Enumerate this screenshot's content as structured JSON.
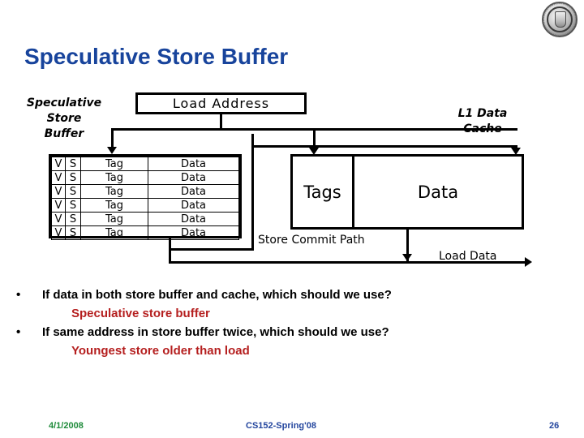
{
  "slide": {
    "title": "Speculative Store Buffer"
  },
  "logo": {
    "name": "university-seal-logo"
  },
  "diagram": {
    "store_buffer_label": "Speculative\nStore\nBuffer",
    "l1_label": "L1 Data\nCache",
    "load_address_box": "Load Address",
    "cache_tags_box": "Tags",
    "cache_data_box": "Data",
    "store_commit_path_label": "Store Commit Path",
    "load_data_label": "Load Data",
    "store_buffer_columns": [
      "V",
      "S",
      "Tag",
      "Data"
    ],
    "store_buffer_rows": [
      [
        "V",
        "S",
        "Tag",
        "Data"
      ],
      [
        "V",
        "S",
        "Tag",
        "Data"
      ],
      [
        "V",
        "S",
        "Tag",
        "Data"
      ],
      [
        "V",
        "S",
        "Tag",
        "Data"
      ],
      [
        "V",
        "S",
        "Tag",
        "Data"
      ],
      [
        "V",
        "S",
        "Tag",
        "Data"
      ]
    ]
  },
  "bullets": [
    {
      "marker": "•",
      "question": "If data in both store buffer and cache, which should we use?",
      "answer": "Speculative store buffer"
    },
    {
      "marker": "•",
      "question": "If same address in store buffer twice, which should we use?",
      "answer": "Youngest store older than load"
    }
  ],
  "footer": {
    "date": "4/1/2008",
    "course": "CS152-Spring'08",
    "page": "26"
  },
  "colors": {
    "title": "#18449c",
    "answer": "#b51f1f",
    "footer_date": "#1e8b3a",
    "footer_course": "#24469e",
    "diagram_line": "#000000"
  }
}
